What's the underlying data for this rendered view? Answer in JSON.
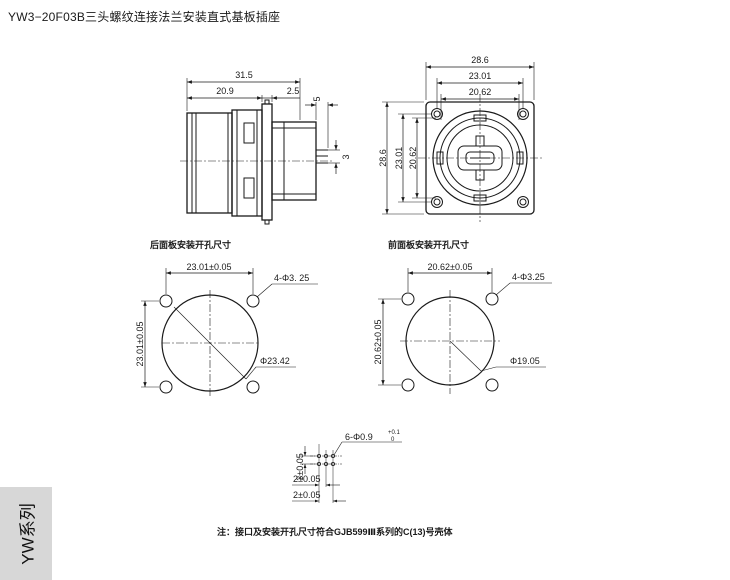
{
  "title": "YW3−20F03B三头螺纹连接法兰安装直式基板插座",
  "side_tab": "YW系列",
  "side_view": {
    "dims": {
      "overall": "31.5",
      "body": "20.9",
      "flange": "2.5",
      "pin": "5",
      "pin_gap": "3"
    }
  },
  "front_view": {
    "dims": {
      "outer": "28.6",
      "mid": "23.01",
      "inner": "20.62",
      "v_outer": "28.6",
      "v_mid": "23.01",
      "v_inner": "20.62"
    }
  },
  "rear_panel": {
    "caption": "后面板安装开孔尺寸",
    "pitch_h": "23.01±0.05",
    "pitch_v": "23.01±0.05",
    "holes": "4-Φ3. 25",
    "bore": "Φ23.42"
  },
  "front_panel": {
    "caption": "前面板安装开孔尺寸",
    "pitch_h": "20.62±0.05",
    "pitch_v": "20.62±0.05",
    "holes": "4-Φ3.25",
    "bore": "Φ19.05"
  },
  "pcb_pattern": {
    "holes_main": "6-Φ0.9",
    "tol_upper": "+0.1",
    "tol_lower": "0",
    "row_pitch": "3±0.05",
    "col_pitch1": "2±0.05",
    "col_pitch2": "2±0.05"
  },
  "note": "注：接口及安装开孔尺寸符合GJB599Ⅲ系列的C(13)号壳体"
}
